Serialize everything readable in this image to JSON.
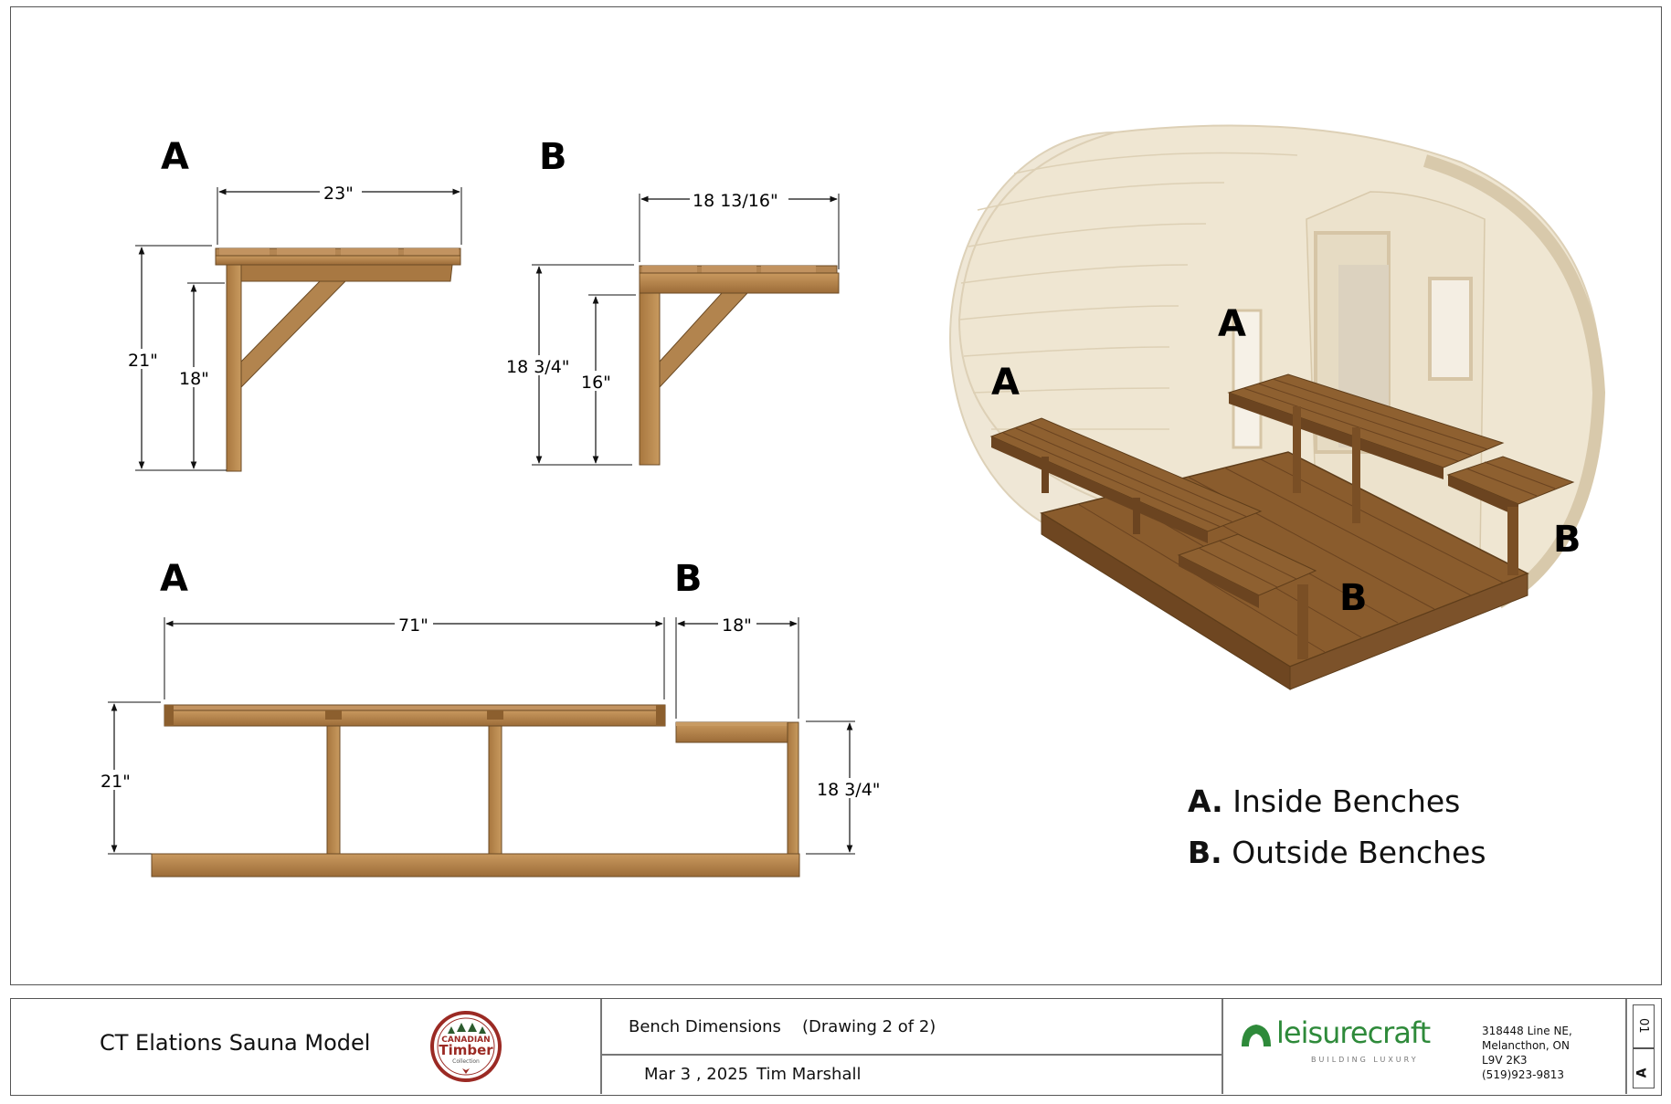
{
  "views": {
    "top_a": {
      "letter": "A",
      "width": "23\"",
      "height_total": "21\"",
      "height_seat": "18\""
    },
    "top_b": {
      "letter": "B",
      "width": "18 13/16\"",
      "height_total": "18 3/4\"",
      "height_seat": "16\""
    },
    "front_a": {
      "letter": "A",
      "width": "71\"",
      "height": "21\""
    },
    "front_b": {
      "letter": "B",
      "width": "18\"",
      "height": "18 3/4\""
    },
    "iso": {
      "label_a1": "A",
      "label_a2": "A",
      "label_b1": "B",
      "label_b2": "B"
    }
  },
  "legend": {
    "a_letter": "A.",
    "a_text": "Inside Benches",
    "b_letter": "B.",
    "b_text": "Outside Benches"
  },
  "title_block": {
    "model": "CT Elations Sauna Model",
    "logo_line1": "CANADIAN",
    "logo_line2": "Timber",
    "logo_line3": "Collection",
    "drawing_title": "Bench Dimensions",
    "drawing_number": "(Drawing 2 of 2)",
    "date": "Mar 3 , 2025",
    "author": "Tim Marshall",
    "brand": "leisurecraft",
    "brand_tagline": "BUILDING LUXURY",
    "address_line1": "318448 Line NE,",
    "address_line2": "Melancthon, ON",
    "address_line3": "L9V 2K3",
    "phone": "(519)923-9813",
    "sheet": "01",
    "revision": "A"
  },
  "colors": {
    "wood_light": "#b98c55",
    "wood_dark": "#7a5428",
    "wood_mid": "#9c6f3c",
    "line": "#111111",
    "sauna_ghost": "#eee6d6",
    "brand_green": "#2e8a3a"
  }
}
